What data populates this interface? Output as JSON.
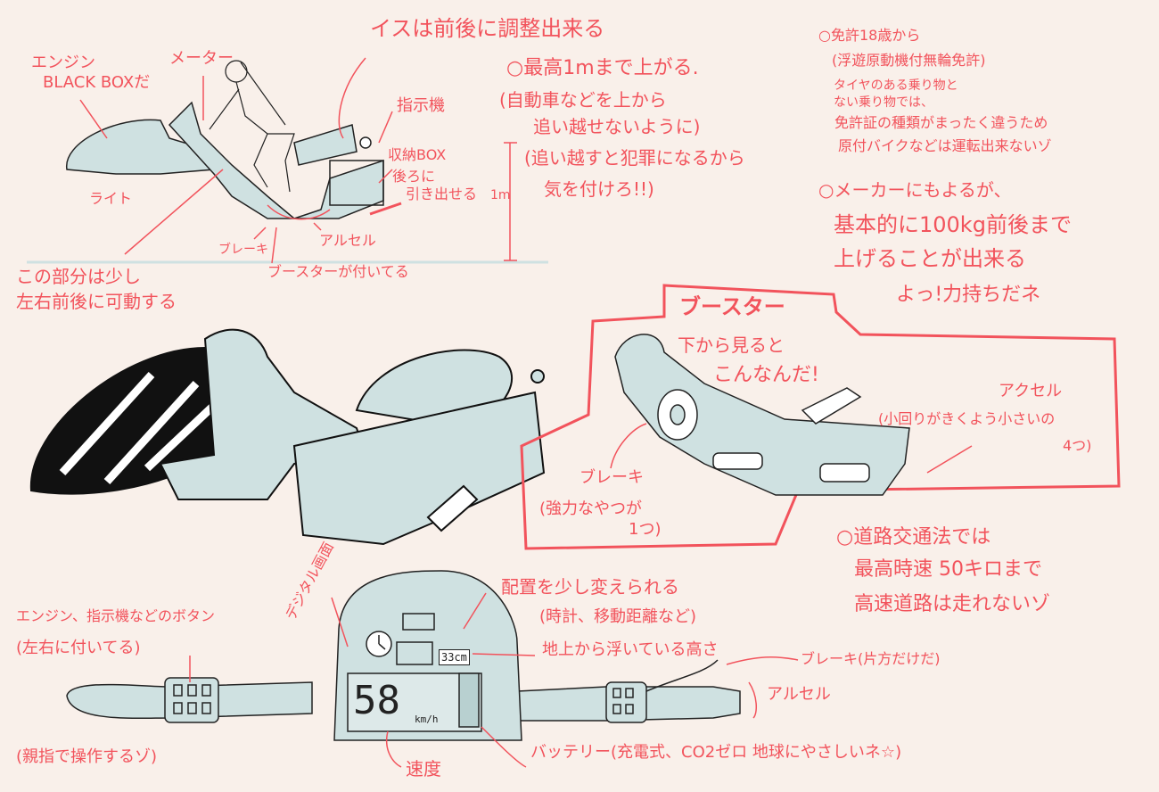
{
  "colors": {
    "background": "#f9f0ea",
    "annotation": "#f2535c",
    "body": "#cfe1e1",
    "line": "#222222",
    "ground": "#cfe1e1"
  },
  "top_bike": {
    "seat_note": "イスは前後に調整出来る",
    "engine_label": "エンジン",
    "engine_label2": "BLACK BOXだ",
    "meter_label": "メーター",
    "indicator_label": "指示機",
    "storage_label": "収納BOX",
    "storage_label2": "後ろに",
    "storage_label3": "引き出せる",
    "light_label": "ライト",
    "brake_label": "ブレーキ",
    "accel_label": "アルセル",
    "booster_label": "ブースターが付いてる",
    "movable_note": "この部分は少し",
    "movable_note2": "左右前後に可動する",
    "height_label": "1m"
  },
  "height_notes": {
    "line1": "○最高1mまで上がる.",
    "line2": "(自動車などを上から",
    "line3": "追い越せないように)",
    "line4": "(追い越すと犯罪になるから",
    "line5": "気を付けろ!!)"
  },
  "license_notes": {
    "line1": "○免許18歳から",
    "line2": "(浮遊原動機付無輪免許)",
    "line3": "タイヤのある乗り物と",
    "line4": "ない乗り物では、",
    "line5": "免許証の種類がまったく違うため",
    "line6": "原付バイクなどは運転出来ないゾ"
  },
  "weight_notes": {
    "line1": "○メーカーにもよるが、",
    "line2": "基本的に100kg前後まで",
    "line3": "上げることが出来る",
    "line4": "よっ!力持ちだネ"
  },
  "booster_box": {
    "title": "ブースター",
    "caption1": "下から見ると",
    "caption2": "こんなんだ!",
    "accel_label": "アクセル",
    "accel_note": "(小回りがきくよう小さいの",
    "accel_count": "4つ)",
    "brake_label": "ブレーキ",
    "brake_note": "(強力なやつが",
    "brake_count": "1つ)"
  },
  "traffic_notes": {
    "line1": "○道路交通法では",
    "line2": "最高時速 50キロまで",
    "line3": "高速道路は走れないゾ"
  },
  "handlebar": {
    "digital_screen_label": "デジタル画面",
    "layout_note": "配置を少し変えられる",
    "layout_note2": "(時計、移動距離など)",
    "height_label": "地上から浮いている高さ",
    "brake_label": "ブレーキ(片方だけだ)",
    "accel_label": "アルセル",
    "buttons_label": "エンジン、指示機などのボタン",
    "buttons_label2": "(左右に付いてる)",
    "thumb_note": "(親指で操作するゾ)",
    "speed_label": "速度",
    "battery_label": "バッテリー(充電式、CO2ゼロ 地球にやさしいネ☆)",
    "height_readout": "33cm",
    "speed_readout": "58",
    "speed_unit": "km/h"
  }
}
